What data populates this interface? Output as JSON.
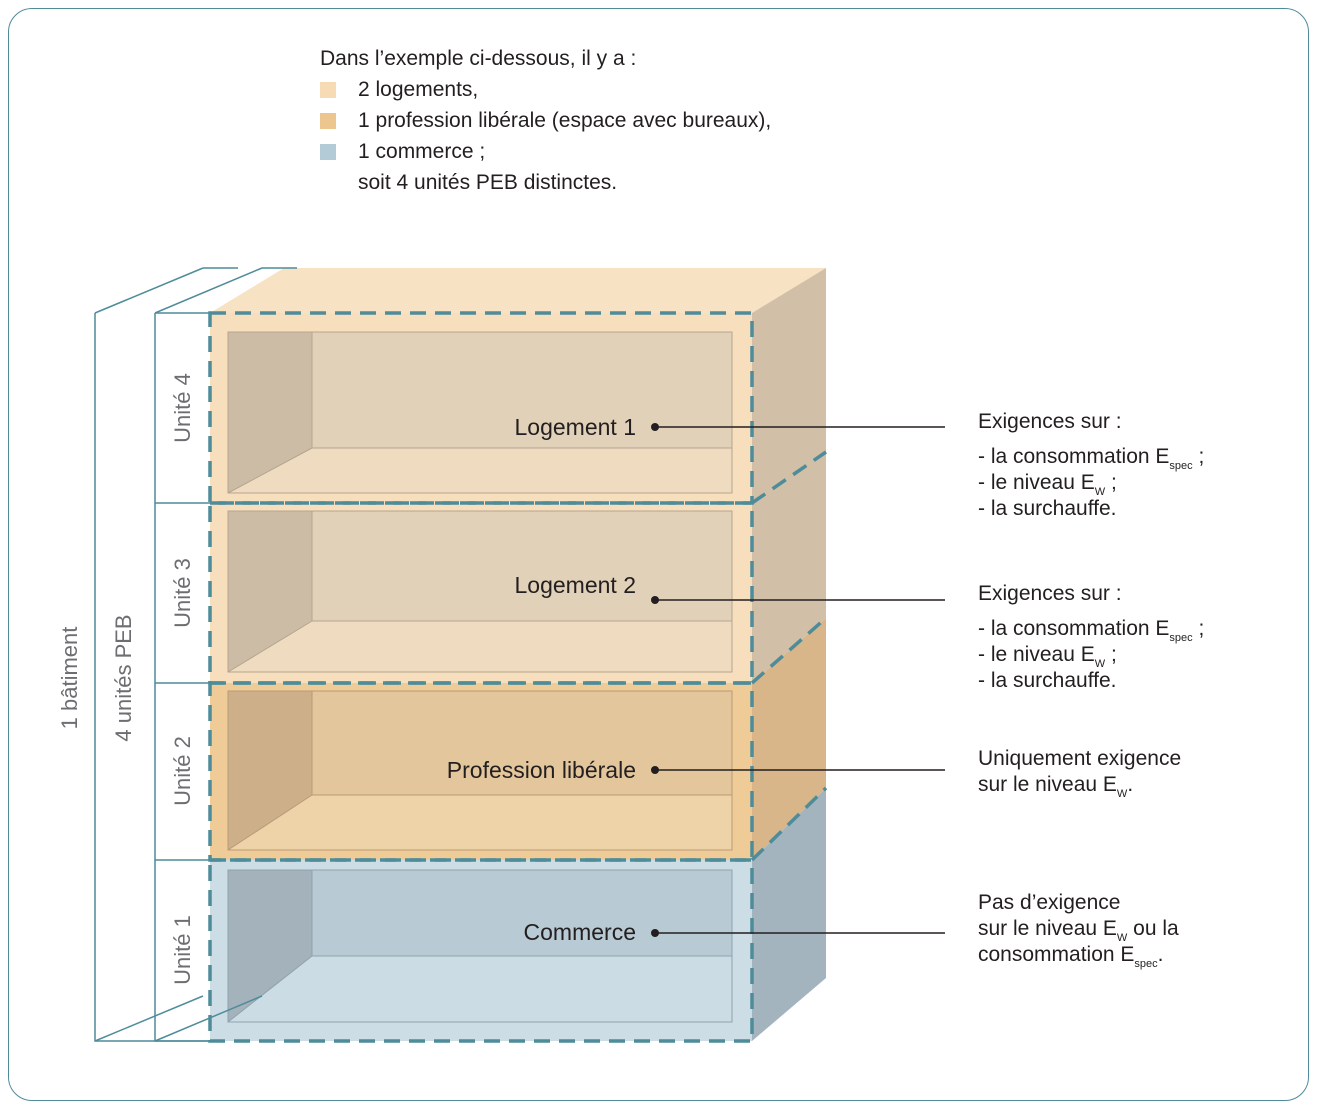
{
  "intro": {
    "heading": "Dans l’exemple ci-dessous, il y a :",
    "items": [
      {
        "label": "2 logements,",
        "color": "#f6dbb5"
      },
      {
        "label": "1 profession libérale (espace avec bureaux),",
        "color": "#edc68f"
      },
      {
        "label": "1 commerce ;",
        "color": "#b3cbd6"
      }
    ],
    "summary": "soit 4 unités PEB distinctes."
  },
  "brackets": {
    "building": "1 bâtiment",
    "units": "4 unités PEB"
  },
  "units": [
    {
      "unit_label": "Unité 4",
      "room": "Logement 1"
    },
    {
      "unit_label": "Unité 3",
      "room": "Logement 2"
    },
    {
      "unit_label": "Unité 2",
      "room": "Profession libérale"
    },
    {
      "unit_label": "Unité 1",
      "room": "Commerce"
    }
  ],
  "requirements": {
    "r1": {
      "title": "Exigences sur :",
      "l1": "- la consommation E",
      "l1_sub": "spec",
      "l1_end": " ;",
      "l2": "- le niveau E",
      "l2_sub": "W",
      "l2_end": " ;",
      "l3": "- la surchauffe."
    },
    "r2": {
      "title": "Exigences sur :",
      "l1": "- la consommation E",
      "l1_sub": "spec",
      "l1_end": " ;",
      "l2": "- le niveau E",
      "l2_sub": "W",
      "l2_end": " ;",
      "l3": "- la surchauffe."
    },
    "r3": {
      "l1": "Uniquement exigence",
      "l2": "sur le niveau E",
      "l2_sub": "W",
      "l2_end": "."
    },
    "r4": {
      "l1": "Pas d’exigence",
      "l2": "sur le niveau E",
      "l2_sub": "W",
      "l2_end": " ou la",
      "l3": "consommation E",
      "l3_sub": "spec",
      "l3_end": "."
    }
  },
  "colors": {
    "frame": "#4f8c99",
    "dashed": "#4f8c99",
    "logement": "#f6dbb5",
    "profession": "#edc68f",
    "commerce": "#b3cbd6"
  }
}
